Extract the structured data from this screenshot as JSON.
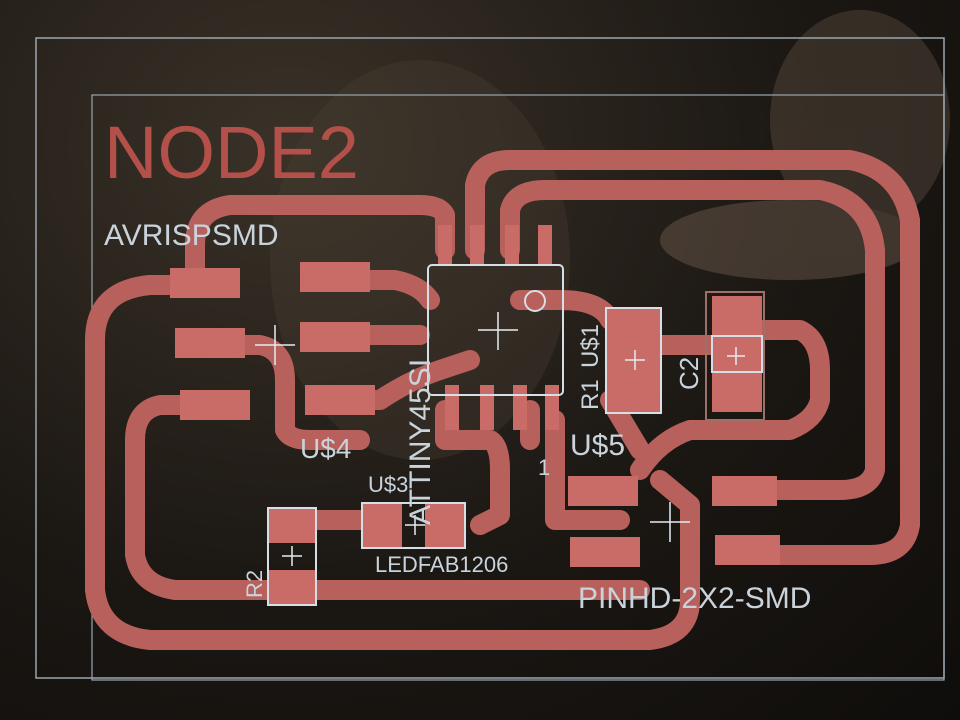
{
  "board": {
    "title": "NODE2",
    "colors": {
      "background": "#171310",
      "copper": "#c96b66",
      "trace": "#b8605c",
      "silkscreen": "#c9d3dc",
      "pad_fill": "#c97a74"
    }
  },
  "labels": {
    "avrisp": "AVRISPSMD",
    "u4": "U$4",
    "u3": "U$3",
    "ic": "ATTINY45SI",
    "r1": "R1",
    "u1": "U$1",
    "c2": "C2",
    "u5": "U$5",
    "pin1": "1",
    "r2": "R2",
    "led": "LEDFAB1206",
    "pinhd": "PINHD-2X2-SMD"
  }
}
